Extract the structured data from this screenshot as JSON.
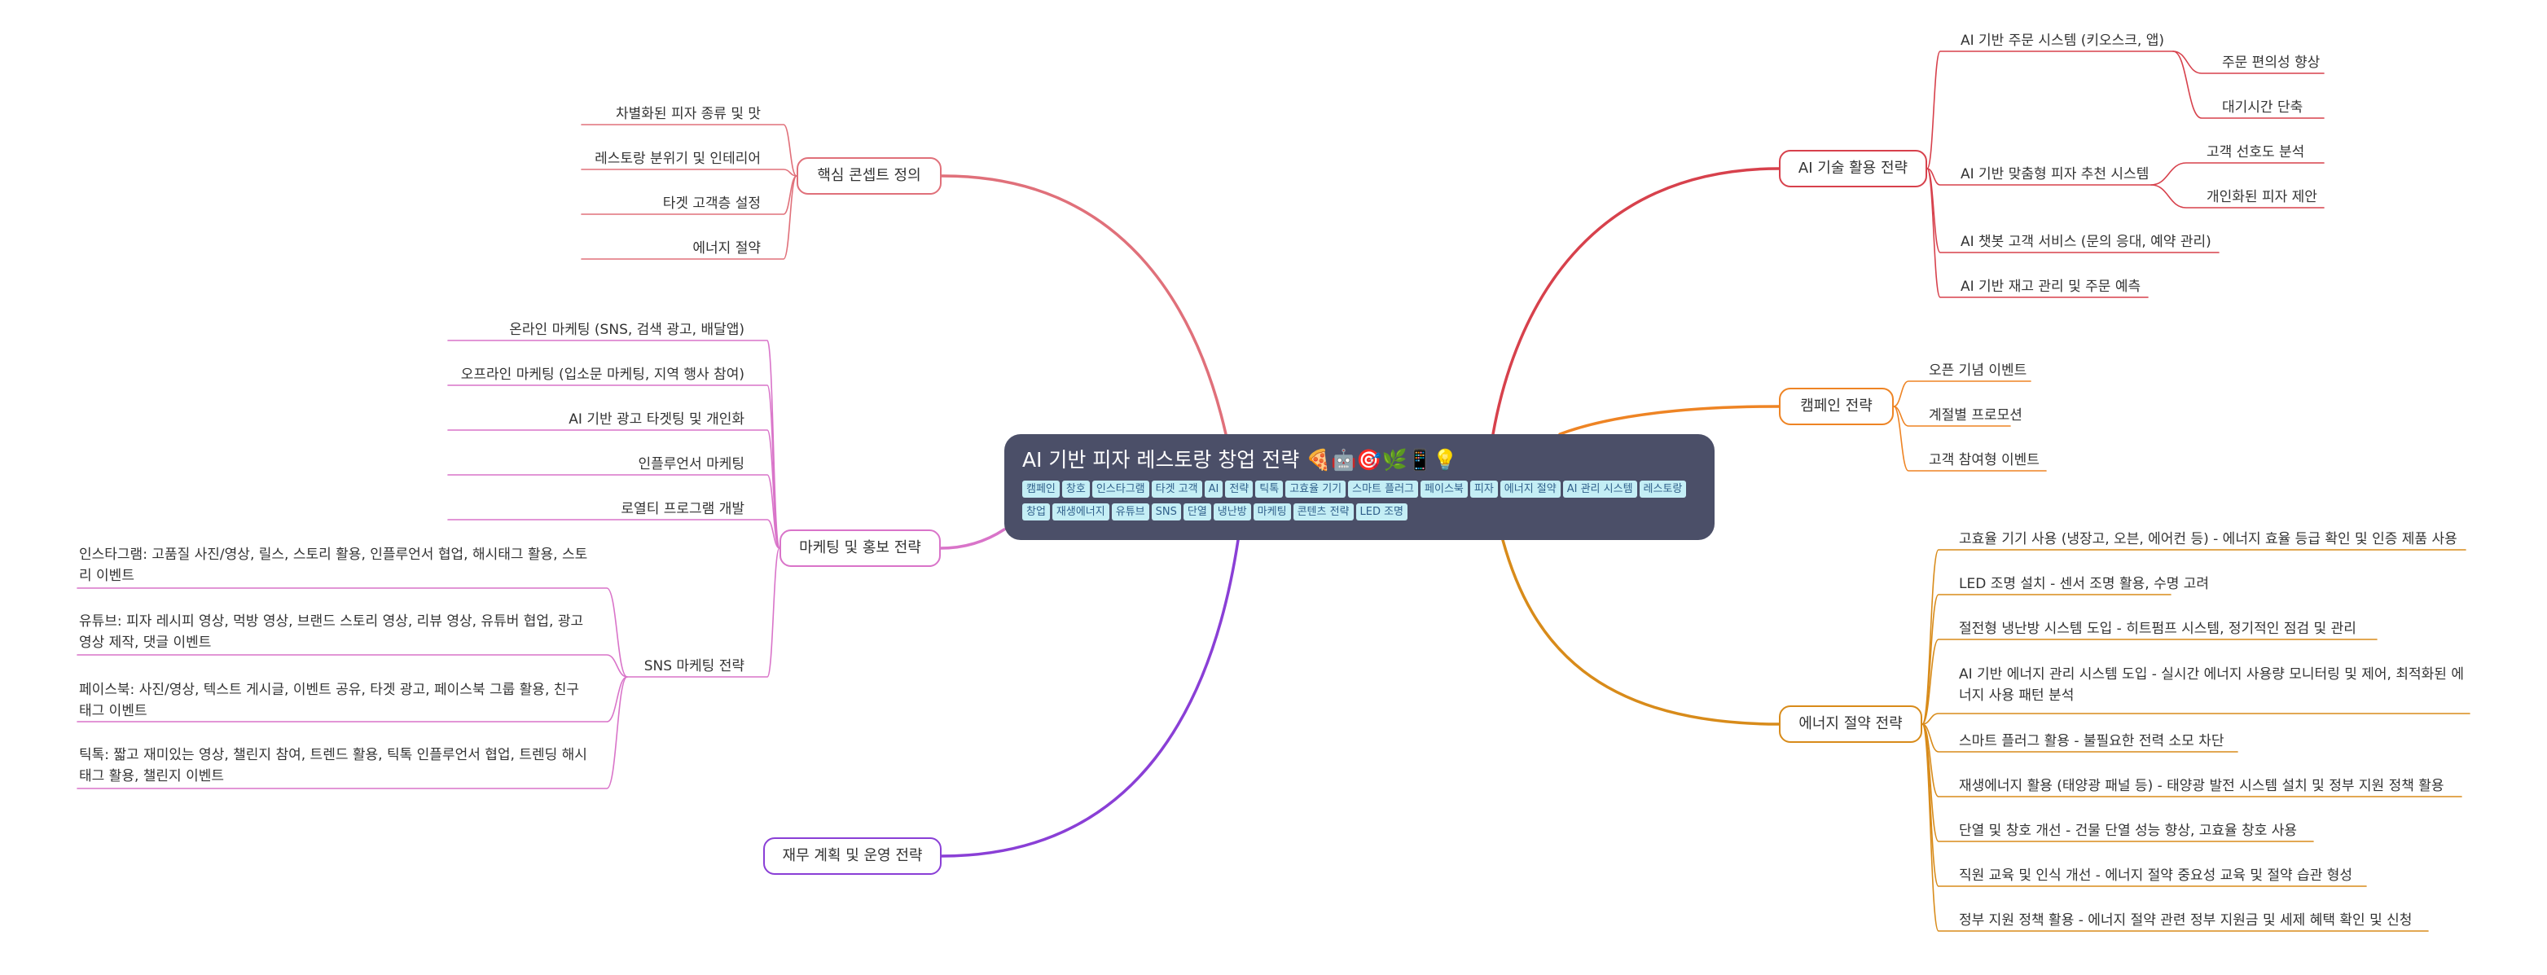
{
  "root": {
    "title": "AI 기반 피자 레스토랑 창업 전략 🍕🤖🎯🌿📱💡",
    "tags": [
      "캠페인",
      "창호",
      "인스타그램",
      "타겟 고객",
      "AI",
      "전략",
      "틱톡",
      "고효율 기기",
      "스마트 플러그",
      "페이스북",
      "피자",
      "에너지 절약",
      "AI 관리 시스템",
      "레스토랑",
      "창업",
      "재생에너지",
      "유튜브",
      "SNS",
      "단열",
      "냉난방",
      "마케팅",
      "콘텐츠 전략",
      "LED 조명"
    ]
  },
  "colors": {
    "concept": "#e0707a",
    "marketing": "#d974c9",
    "finance": "#8a3fd6",
    "ai": "#d7414c",
    "campaign": "#ee8424",
    "energy": "#d88b1a"
  },
  "branches": {
    "concept": {
      "label": "핵심 콘셉트 정의",
      "children": [
        "차별화된 피자 종류 및 맛",
        "레스토랑 분위기 및 인테리어",
        "타겟 고객층 설정",
        "에너지 절약"
      ]
    },
    "marketing": {
      "label": "마케팅 및 홍보 전략",
      "children": [
        "온라인 마케팅 (SNS, 검색 광고, 배달앱)",
        "오프라인 마케팅 (입소문 마케팅, 지역 행사 참여)",
        "AI 기반 광고 타겟팅 및 개인화",
        "인플루언서 마케팅",
        "로열티 프로그램 개발"
      ],
      "sns": {
        "label": "SNS 마케팅 전략",
        "children": [
          "인스타그램: 고품질 사진/영상, 릴스, 스토리 활용, 인플루언서 협업, 해시태그 활용, 스토리 이벤트",
          "유튜브: 피자 레시피 영상, 먹방 영상, 브랜드 스토리 영상, 리뷰 영상, 유튜버 협업, 광고 영상 제작, 댓글 이벤트",
          "페이스북: 사진/영상, 텍스트 게시글, 이벤트 공유, 타겟 광고, 페이스북 그룹 활용, 친구 태그 이벤트",
          "틱톡: 짧고 재미있는 영상, 챌린지 참여, 트렌드 활용, 틱톡 인플루언서 협업, 트렌딩 해시태그 활용, 챌린지 이벤트"
        ]
      }
    },
    "finance": {
      "label": "재무 계획 및 운영 전략"
    },
    "ai": {
      "label": "AI 기술 활용 전략",
      "children": [
        {
          "label": "AI 기반 주문 시스템 (키오스크, 앱)",
          "children": [
            "주문 편의성 향상",
            "대기시간 단축"
          ]
        },
        {
          "label": "AI 기반 맞춤형 피자 추천 시스템",
          "children": [
            "고객 선호도 분석",
            "개인화된 피자 제안"
          ]
        },
        {
          "label": "AI 챗봇 고객 서비스 (문의 응대, 예약 관리)"
        },
        {
          "label": "AI 기반 재고 관리 및 주문 예측"
        }
      ]
    },
    "campaign": {
      "label": "캠페인 전략",
      "children": [
        "오픈 기념 이벤트",
        "계절별 프로모션",
        "고객 참여형 이벤트"
      ]
    },
    "energy": {
      "label": "에너지 절약 전략",
      "children": [
        "고효율 기기 사용 (냉장고, 오븐, 에어컨 등) - 에너지 효율 등급 확인 및 인증 제품 사용",
        "LED 조명 설치 -  센서 조명 활용, 수명 고려",
        "절전형 냉난방 시스템 도입 -  히트펌프 시스템,  정기적인 점검 및 관리",
        "AI 기반 에너지 관리 시스템 도입 -  실시간 에너지 사용량 모니터링 및 제어,  최적화된 에너지 사용 패턴 분석",
        "스마트 플러그 활용 -  불필요한 전력 소모 차단",
        "재생에너지 활용 (태양광 패널 등) -  태양광 발전 시스템 설치 및  정부 지원 정책 활용",
        "단열 및 창호 개선 -  건물 단열 성능 향상,  고효율 창호 사용",
        "직원 교육 및 인식 개선 -  에너지 절약 중요성 교육 및  절약 습관 형성",
        "정부 지원 정책 활용 -  에너지 절약 관련 정부 지원금 및  세제 혜택 확인 및 신청"
      ]
    }
  }
}
